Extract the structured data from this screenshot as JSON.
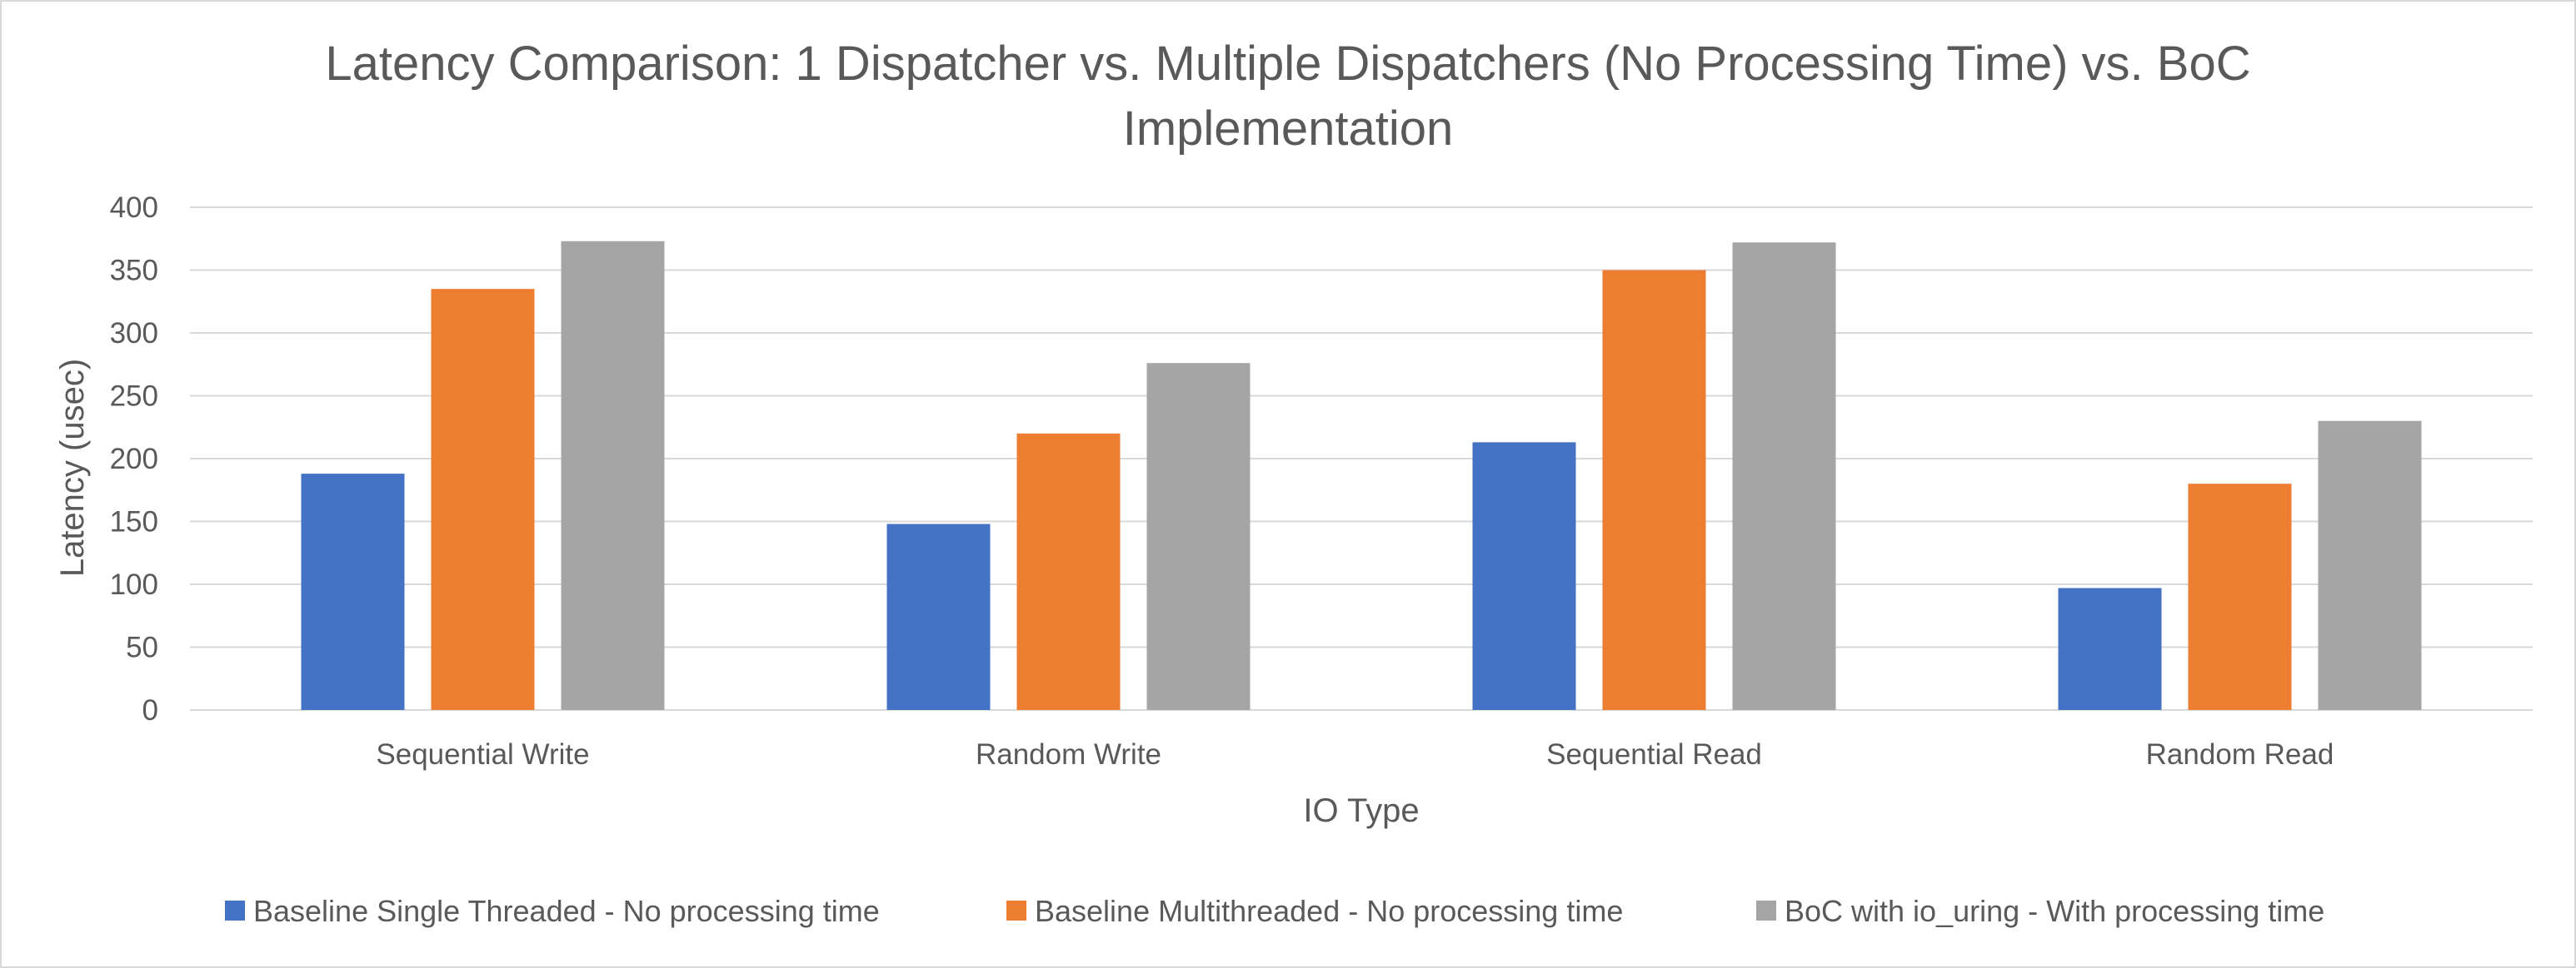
{
  "chart_data": {
    "type": "bar",
    "title": "Latency Comparison: 1 Dispatcher vs. Multiple Dispatchers (No Processing Time) vs. BoC Implementation",
    "title_lines": [
      "Latency Comparison: 1 Dispatcher vs. Multiple Dispatchers (No Processing Time) vs. BoC",
      "Implementation"
    ],
    "xlabel": "IO Type",
    "ylabel": "Latency (usec)",
    "ylim": [
      0,
      400
    ],
    "yticks": [
      0,
      50,
      100,
      150,
      200,
      250,
      300,
      350,
      400
    ],
    "categories": [
      "Sequential Write",
      "Random Write",
      "Sequential Read",
      "Random Read"
    ],
    "series": [
      {
        "name": "Baseline Single Threaded - No processing time",
        "color": "#4472C4",
        "values": [
          188,
          148,
          213,
          97
        ]
      },
      {
        "name": "Baseline Multithreaded - No processing time",
        "color": "#ED7D31",
        "values": [
          335,
          220,
          350,
          180
        ]
      },
      {
        "name": "BoC with io_uring - With processing time",
        "color": "#A5A5A5",
        "values": [
          373,
          276,
          372,
          230
        ]
      }
    ],
    "grid": true,
    "legend_position": "bottom",
    "gridline_color": "#d9d9d9"
  }
}
